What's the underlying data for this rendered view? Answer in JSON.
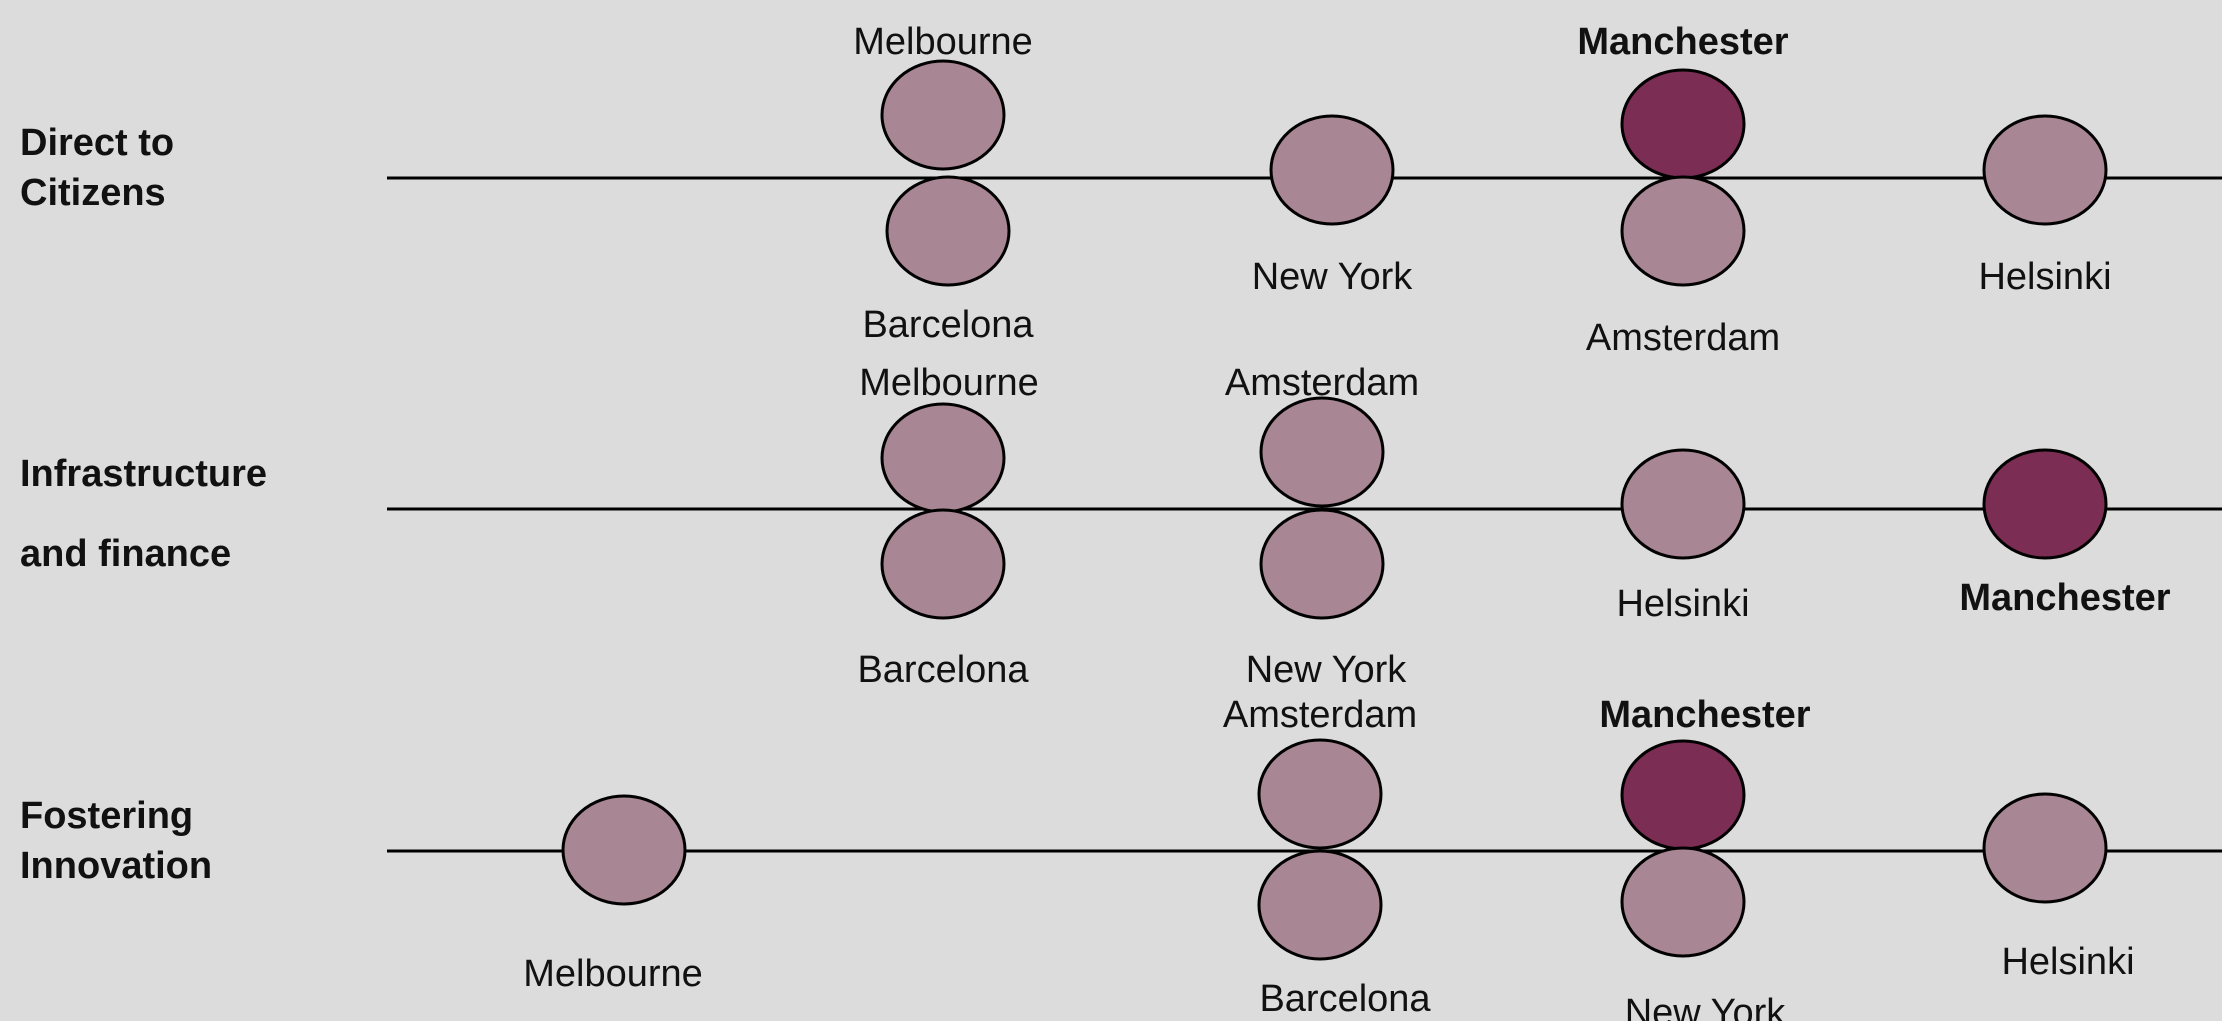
{
  "colors": {
    "background": "#dcdcdc",
    "circle_default": "#a98693",
    "circle_highlight": "#7b2d54",
    "stroke": "#000000"
  },
  "rows": [
    {
      "label_lines": [
        "Direct to",
        "Citizens"
      ],
      "cities": [
        {
          "name": "Melbourne",
          "highlight": false,
          "side": "above"
        },
        {
          "name": "Barcelona",
          "highlight": false,
          "side": "below"
        },
        {
          "name": "New York",
          "highlight": false,
          "side": "on"
        },
        {
          "name": "Manchester",
          "highlight": true,
          "side": "above"
        },
        {
          "name": "Amsterdam",
          "highlight": false,
          "side": "below"
        },
        {
          "name": "Helsinki",
          "highlight": false,
          "side": "on"
        }
      ]
    },
    {
      "label_lines": [
        "Infrastructure",
        "and finance"
      ],
      "cities": [
        {
          "name": "Melbourne",
          "highlight": false,
          "side": "above"
        },
        {
          "name": "Barcelona",
          "highlight": false,
          "side": "below"
        },
        {
          "name": "Amsterdam",
          "highlight": false,
          "side": "above"
        },
        {
          "name": "New York",
          "highlight": false,
          "side": "below"
        },
        {
          "name": "Helsinki",
          "highlight": false,
          "side": "on"
        },
        {
          "name": "Manchester",
          "highlight": true,
          "side": "on"
        }
      ]
    },
    {
      "label_lines": [
        "Fostering",
        "Innovation"
      ],
      "cities": [
        {
          "name": "Melbourne",
          "highlight": false,
          "side": "on"
        },
        {
          "name": "Amsterdam",
          "highlight": false,
          "side": "above"
        },
        {
          "name": "Barcelona",
          "highlight": false,
          "side": "below"
        },
        {
          "name": "Manchester",
          "highlight": true,
          "side": "above"
        },
        {
          "name": "New York",
          "highlight": false,
          "side": "below"
        },
        {
          "name": "Helsinki",
          "highlight": false,
          "side": "on"
        }
      ]
    }
  ]
}
